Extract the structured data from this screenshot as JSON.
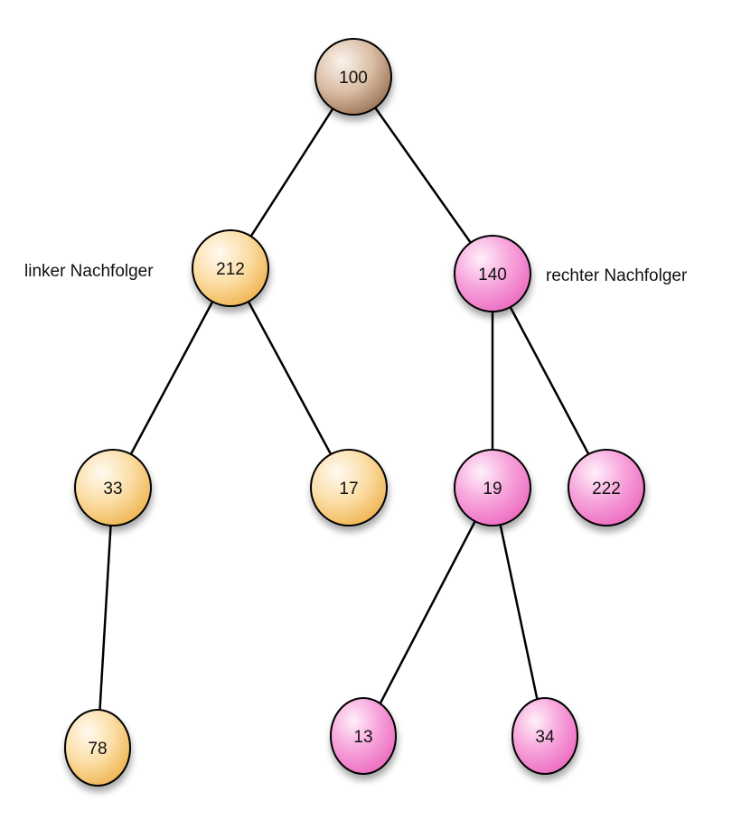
{
  "diagram": {
    "type": "binary-tree",
    "colors": {
      "root": "#b89374",
      "left_subtree": "#f5c46e",
      "right_subtree": "#f07cc6",
      "edge": "#000000"
    },
    "nodes": [
      {
        "id": "n100",
        "value": "100",
        "group": "root"
      },
      {
        "id": "n212",
        "value": "212",
        "group": "left_subtree"
      },
      {
        "id": "n140",
        "value": "140",
        "group": "right_subtree"
      },
      {
        "id": "n33",
        "value": "33",
        "group": "left_subtree"
      },
      {
        "id": "n17",
        "value": "17",
        "group": "left_subtree"
      },
      {
        "id": "n19",
        "value": "19",
        "group": "right_subtree"
      },
      {
        "id": "n222",
        "value": "222",
        "group": "right_subtree"
      },
      {
        "id": "n78",
        "value": "78",
        "group": "left_subtree"
      },
      {
        "id": "n13",
        "value": "13",
        "group": "right_subtree"
      },
      {
        "id": "n34",
        "value": "34",
        "group": "right_subtree"
      }
    ],
    "edges": [
      {
        "from": "n100",
        "to": "n212"
      },
      {
        "from": "n100",
        "to": "n140"
      },
      {
        "from": "n212",
        "to": "n33"
      },
      {
        "from": "n212",
        "to": "n17"
      },
      {
        "from": "n140",
        "to": "n19"
      },
      {
        "from": "n140",
        "to": "n222"
      },
      {
        "from": "n33",
        "to": "n78"
      },
      {
        "from": "n19",
        "to": "n13"
      },
      {
        "from": "n19",
        "to": "n34"
      }
    ],
    "labels": {
      "left": "linker Nachfolger",
      "right": "rechter Nachfolger"
    }
  }
}
